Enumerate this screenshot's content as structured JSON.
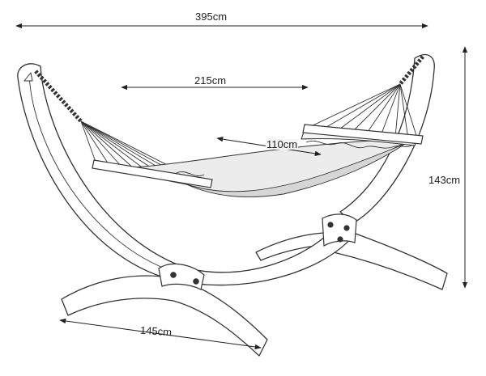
{
  "dimensions": {
    "overall_length": "395cm",
    "hammock_length": "215cm",
    "hammock_width": "110cm",
    "overall_height": "143cm",
    "base_width": "145cm"
  },
  "colors": {
    "line": "#333333",
    "wood_fill": "#ffffff",
    "fabric_fill": "#ececec",
    "fabric_shadow": "#d6d6d6"
  }
}
